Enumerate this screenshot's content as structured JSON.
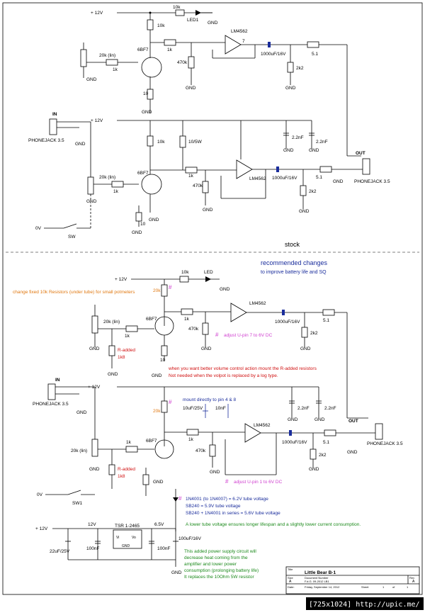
{
  "top": {
    "vcc": "+ 12V",
    "r_anode": "10k",
    "r_led": "10k",
    "led": "LED1",
    "opamp": "LM4562",
    "r_1k_a": "1k",
    "pot": "20k (lin)",
    "r_1k_b": "1k",
    "tube": "6BF7",
    "r_470k": "470k",
    "r_10": "10",
    "cap": "1000uF/16V",
    "r_51": "5.1",
    "r_2k2": "2k2",
    "gnd": "GND",
    "pin7": "7"
  },
  "mid": {
    "vcc": "+ 12V",
    "in_label": "IN",
    "jack": "PHONEJACK 3.5",
    "r_anode": "10k",
    "r_10_5w": "10/5W",
    "c1": "2.2nF",
    "c2": "2.2nF",
    "out_label": "OUT",
    "jack_out": "PHONEJACK 3.5",
    "pot": "20k (lin)",
    "tube": "6BF7",
    "r_1k_a": "1k",
    "r_1k_b": "1k",
    "opamp": "LM4562",
    "cap": "1000uF/16V",
    "r_51": "5.1",
    "r_470k": "470k",
    "r_2k2": "2k2",
    "r_10": "10",
    "v0": "0V",
    "sw": "SW",
    "stock": "stock",
    "gnd": "GND"
  },
  "bottom": {
    "title": "recommended changes",
    "subtitle": "to improve battery life and SQ",
    "vcc": "+ 12V",
    "r_led": "10k",
    "led": "LED",
    "note_fixed": "change fixed 10k Resistors (under tube) for small potmeters",
    "trim": "20k",
    "opamp": "LM4562",
    "r_1k": "1k",
    "pot": "20k (lin)",
    "tube": "6BF7",
    "r_470k": "470k",
    "cap": "1000uF/16V",
    "r_51": "5.1",
    "adjust7": "adjust U-pin 7 to 6V DC",
    "hash": "#",
    "r_added": "R-added",
    "r_1k8": "1k8",
    "r_10": "10",
    "r_2k2": "2k2",
    "note_vol1": "when you want better volume control action mount the R-added resistors",
    "note_vol2": "Not needed when the volpot is replaced by a log type.",
    "in_label": "IN",
    "jack": "PHONEJACK 3.5",
    "vcc2": "+ 12V",
    "mount": "mount directly to pin 4 & 8",
    "c_10uf": "10uF/25V",
    "c_10nf": "10nF",
    "c_22a": "2.2nF",
    "c_22b": "2.2nF",
    "out_label": "OUT",
    "jack_out": "PHONEJACK 3.5",
    "trim2": "20k",
    "opamp2": "LM4562",
    "pot2": "20k (lin)",
    "r_1k_a": "1k",
    "r_1k_b": "1k",
    "tube2": "6BF7",
    "r_470k2": "470k",
    "cap2": "1000uF/16V",
    "r_512": "5.1",
    "r_2k22": "2k2",
    "adjust1": "adjust U-pin 1 to 6V DC",
    "v0": "0V",
    "sw1": "SW1",
    "diode_note1": "1N4001 (to 1N4007) = 6.2V tube voltage",
    "diode_note2": "SB240 = 5.9V tube voltage",
    "diode_note3": "SB240 + 1N4001 in series = 5.6V tube voltage",
    "lower_note": "A lower tube voltage ensures longer lifespan and a slightly lower current consumption.",
    "reg": "TSR 1-2465",
    "reg_vi": "Vi",
    "reg_vo": "Vo",
    "reg_gnd": "GND",
    "v12": "12V",
    "v65": "6.5V",
    "c_22uf": "22uF/25V",
    "c_100n_a": "100nF",
    "c_100n_b": "100nF",
    "c_100uf": "100uF/16V",
    "psu_note1": "This added power supply circuit will",
    "psu_note2": "decrease heat coming from the",
    "psu_note3": "amplifier and lower power",
    "psu_note4": "consumption (prolonging battery life)",
    "psu_note5": "It replaces the 10Ohm 5W resistor",
    "gnd": "GND"
  },
  "titleblock": {
    "title_hdr": "Title",
    "title": "Little Bear B-1",
    "size_hdr": "Size",
    "size": "A",
    "doc_hdr": "Document Number",
    "doc": "F.d.G. 09-2012 LB1",
    "rev_hdr": "Rev",
    "rev": "A",
    "date_hdr": "Date:",
    "date": "Friday, September 14, 2012",
    "sheet_hdr": "Sheet",
    "sheet": "1",
    "of": "of",
    "sheet_total": "1"
  },
  "watermark": "[725x1024] http://upic.me/",
  "colors": {
    "blue": "#1a2d9c",
    "red": "#d01010",
    "orange": "#e07810",
    "green": "#1c8a1c",
    "pink": "#d040d0"
  }
}
